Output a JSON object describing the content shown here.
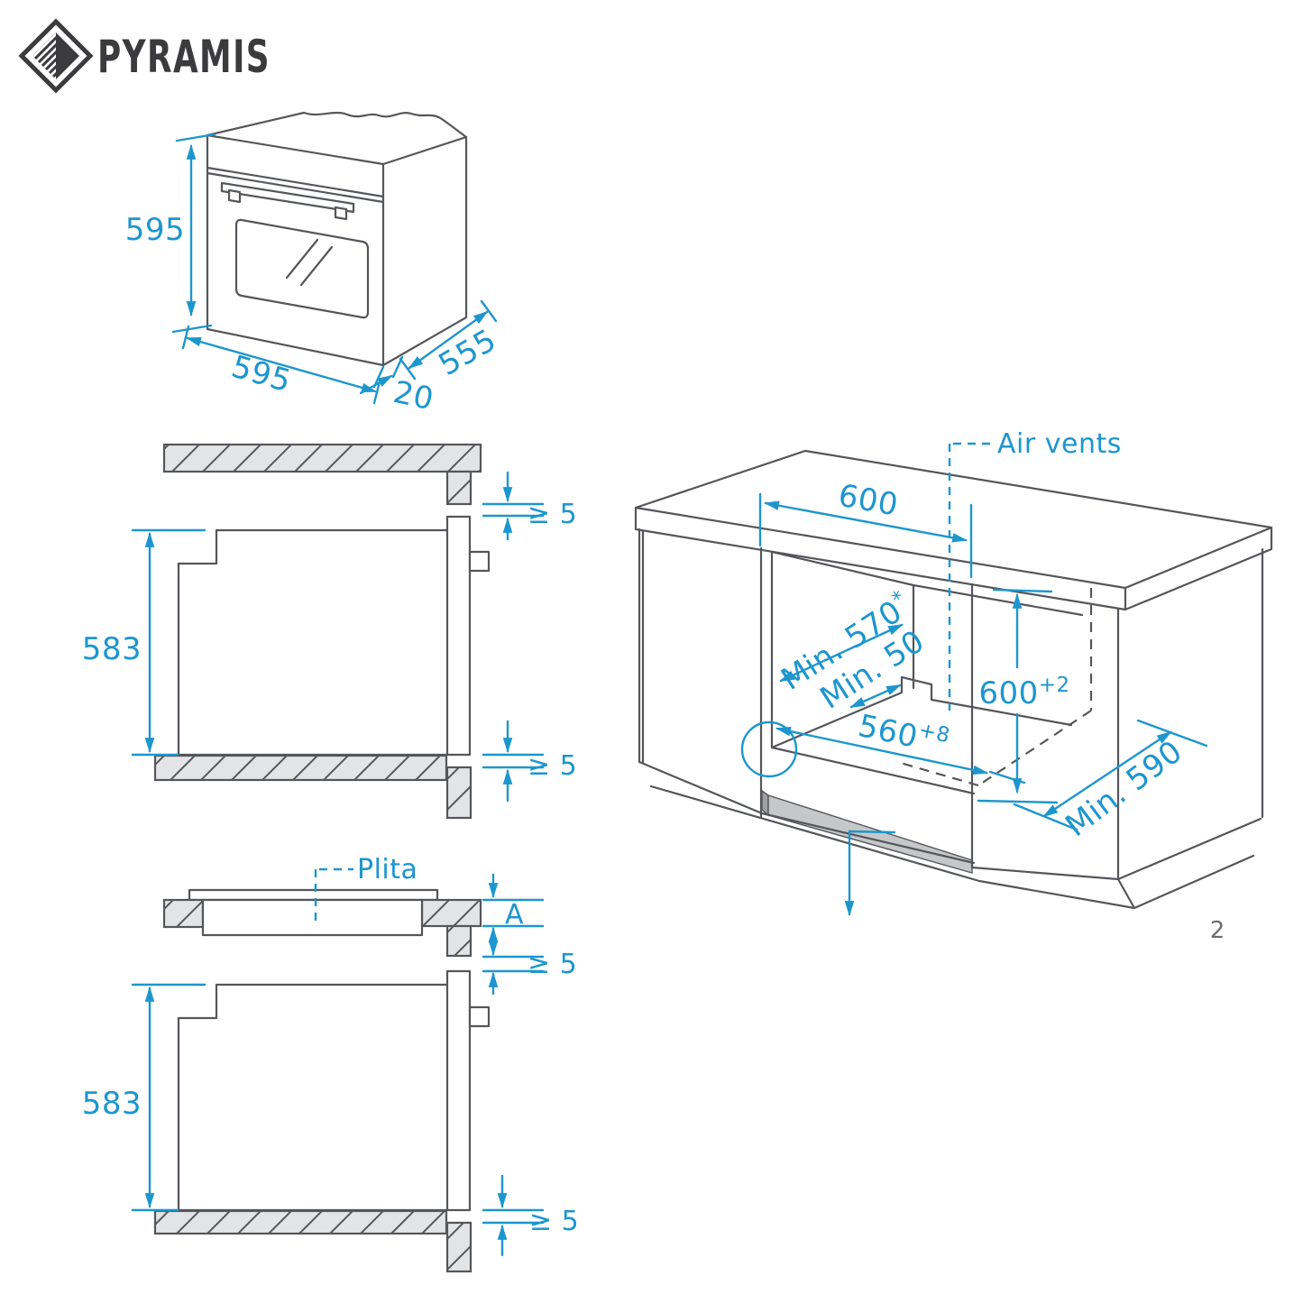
{
  "brand": {
    "logo_text": "PYRAMIS"
  },
  "page": {
    "number": "2"
  },
  "colors": {
    "accent_blue": "#1D96CE",
    "line_dark": "#54565A",
    "hatch_fill": "#E3E4E5",
    "vent_gray": "#C5C7C8",
    "logo_dark": "#3B3B3D"
  },
  "oven_front_diagram": {
    "height": "595",
    "width": "595",
    "depth": "555",
    "door_thickness": "20"
  },
  "niche_section_diagram": {
    "niche_height": "583",
    "top_clearance": "≥ 5",
    "bottom_clearance": "≥ 5"
  },
  "hob_section_diagram": {
    "hob_label": "Plita",
    "hob_recess": "A",
    "hob_clearance": "≥ 5",
    "niche_height": "583",
    "bottom_clearance": "≥ 5"
  },
  "cabinet_diagram": {
    "air_vents": "Air vents",
    "opening_width": "600",
    "min_depth": "Min. 570",
    "min_depth_marker": "*",
    "min_back_clearance": "Min. 50",
    "niche_height": "600",
    "niche_height_tol": "+2",
    "niche_width": "560",
    "niche_width_tol": "+8",
    "min_side_depth": "Min. 590"
  }
}
